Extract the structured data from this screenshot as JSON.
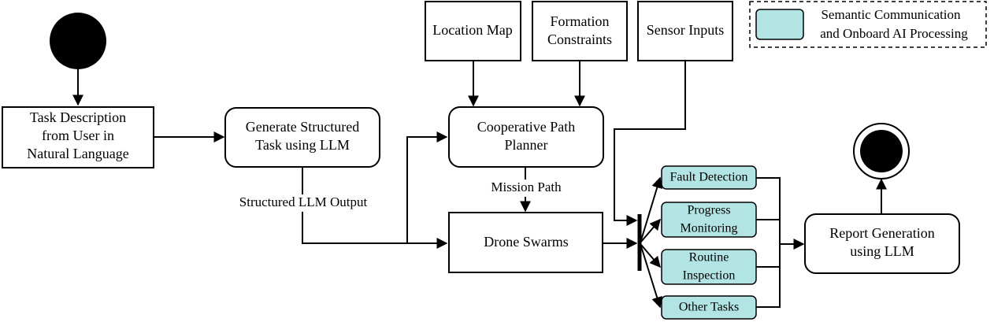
{
  "colors": {
    "teal_fill": "#b2e4e3",
    "line": "#000000",
    "node_fill": "#ffffff"
  },
  "nodes": {
    "task_description": [
      "Task Description",
      "from User in",
      "Natural Language"
    ],
    "generate_structured": [
      "Generate Structured",
      "Task using LLM"
    ],
    "location_map": [
      "Location Map"
    ],
    "formation_constraints": [
      "Formation",
      "Constraints"
    ],
    "sensor_inputs": [
      "Sensor Inputs"
    ],
    "cooperative_path_planner": [
      "Cooperative Path",
      "Planner"
    ],
    "drone_swarms": [
      "Drone Swarms"
    ],
    "fault_detection": [
      "Fault Detection"
    ],
    "progress_monitoring": [
      "Progress",
      "Monitoring"
    ],
    "routine_inspection": [
      "Routine",
      "Inspection"
    ],
    "other_tasks": [
      "Other Tasks"
    ],
    "report_generation": [
      "Report Generation",
      "using LLM"
    ]
  },
  "edge_labels": {
    "structured_llm_output": "Structured LLM Output",
    "mission_path": "Mission Path"
  },
  "legend": {
    "lines": [
      "Semantic Communication",
      "and Onboard AI Processing"
    ]
  }
}
